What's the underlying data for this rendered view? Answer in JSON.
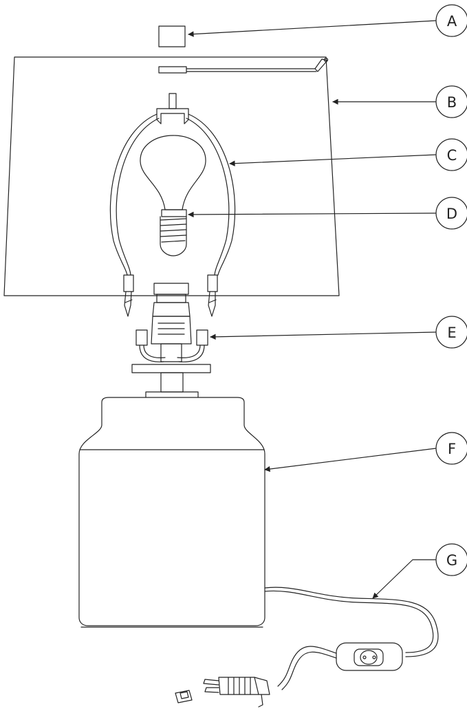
{
  "callouts": [
    {
      "letter": "A",
      "part": "finial"
    },
    {
      "letter": "B",
      "part": "shade"
    },
    {
      "letter": "C",
      "part": "harp"
    },
    {
      "letter": "D",
      "part": "bulb"
    },
    {
      "letter": "E",
      "part": "harp-saddle-socket"
    },
    {
      "letter": "F",
      "part": "base"
    },
    {
      "letter": "G",
      "part": "cord-switch-plug"
    }
  ],
  "colors": {
    "line": "#222222",
    "fill": "#ffffff"
  }
}
